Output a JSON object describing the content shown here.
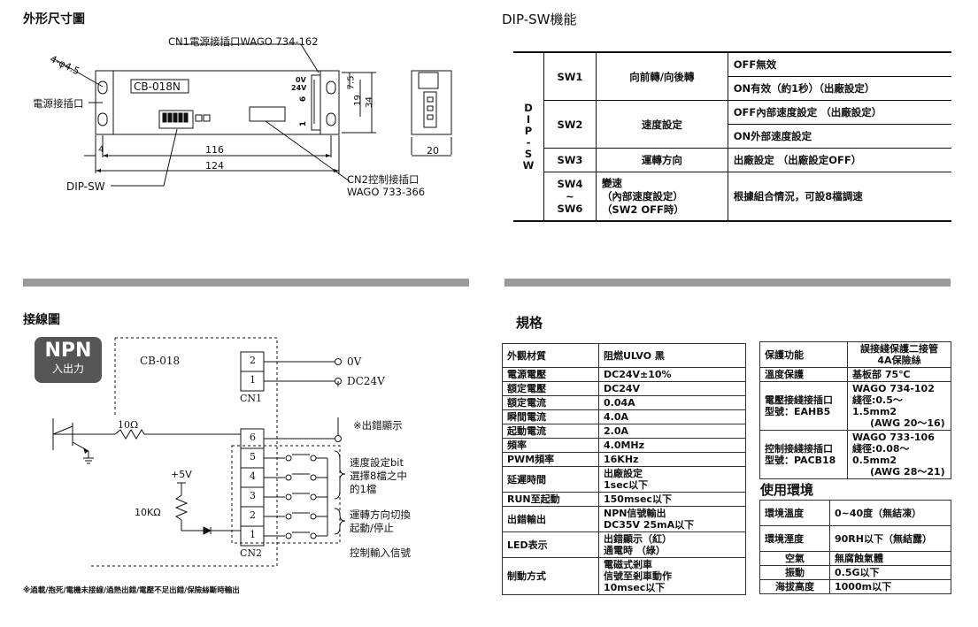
{
  "dimensions": {
    "title": "外形尺寸圖",
    "cn1_label": "CN1電源接插口WAGO 734-162",
    "hole_label": "4-φ4.5",
    "power_label": "電源接插口",
    "model": "CB-018N",
    "voltage_0v": "0V",
    "voltage_24v": "24V",
    "dim_4": "4",
    "dim_116": "116",
    "dim_124": "124",
    "dim_7_5": "7.5",
    "dim_19": "19",
    "dim_34": "34",
    "dim_20": "20",
    "pin_6": "6",
    "pin_1": "1",
    "dip_label": "DIP-SW",
    "cn2_label": "CN2控制接插口",
    "cn2_part": "WAGO 733-366"
  },
  "dip": {
    "title": "DIP-SW機能",
    "side": [
      "D",
      "I",
      "P",
      "-",
      "S",
      "W"
    ],
    "sw1": "SW1",
    "sw1_fn": "向前轉/向後轉",
    "sw1_a": "OFF無效",
    "sw1_b": "ON有效（約1秒）（出廠設定）",
    "sw2": "SW2",
    "sw2_fn": "速度設定",
    "sw2_a": "OFF內部速度設定 （出廠設定）",
    "sw2_b": "ON外部速度設定",
    "sw3": "SW3",
    "sw3_fn": "運轉方向",
    "sw3_a": "出廠設定 （出廠設定OFF）",
    "sw4": "SW4",
    "tilde": "~",
    "sw6": "SW6",
    "sw46_fn1": "變速",
    "sw46_fn2": "（內部速度設定）",
    "sw46_fn3": "（SW2 OFF時）",
    "sw46_val": "根據組合情況，可設8檔調速"
  },
  "wiring": {
    "title": "接線圖",
    "npn": "NPN",
    "npn_sub": "入出力",
    "board": "CB-018",
    "cn1": "CN1",
    "cn2": "CN2",
    "ov": "0V",
    "dc24v": "DC24V",
    "err_out": "※出錯顯示",
    "r10": "10Ω",
    "plus5v": "+5V",
    "r10k": "10KΩ",
    "speed1": "速度設定bit",
    "speed2": "選擇8檔之中",
    "speed3": "的1檔",
    "dir1": "運轉方向切換",
    "dir2": "起動/停止",
    "ctrl_in": "控制輸入信號",
    "pins_cn1": [
      "2",
      "1"
    ],
    "pins_cn2": [
      "6",
      "5",
      "4",
      "3",
      "2",
      "1"
    ],
    "note": "※過載/抱死/電機未接線/過熱出錯/電壓不足出錯/保險絲斷時輸出"
  },
  "spec": {
    "title": "規格",
    "rows": [
      {
        "k": "外觀材質",
        "v": [
          "阻燃ULVO 黑"
        ]
      },
      {
        "k": "電源電壓",
        "v": [
          "DC24V±10%"
        ]
      },
      {
        "k": "額定電壓",
        "v": [
          "DC24V"
        ]
      },
      {
        "k": "額定電流",
        "v": [
          "0.04A"
        ]
      },
      {
        "k": "瞬間電流",
        "v": [
          "4.0A"
        ]
      },
      {
        "k": "起動電流",
        "v": [
          "2.0A"
        ]
      },
      {
        "k": "頻率",
        "v": [
          "4.0MHz"
        ]
      },
      {
        "k": "PWM頻率",
        "v": [
          "16KHz"
        ]
      },
      {
        "k": "延遲時間",
        "v": [
          "出廠設定",
          "1sec以下"
        ]
      },
      {
        "k": "RUN至起動",
        "v": [
          "150msec以下"
        ]
      },
      {
        "k": "出錯輸出",
        "v": [
          "NPN信號輸出",
          "DC35V 25mA以下"
        ]
      },
      {
        "k": "LED表示",
        "v": [
          "出錯顯示（紅）",
          "通電時 （綠）"
        ]
      },
      {
        "k": "制動方式",
        "v": [
          "電磁式剎車",
          "信號至剎車動作",
          "10msec以下"
        ]
      }
    ],
    "prot": [
      {
        "k": [
          "保護功能"
        ],
        "v": [
          "誤接綫保護二接管",
          "4A保險絲"
        ]
      },
      {
        "k": [
          "溫度保護"
        ],
        "v": [
          "基板部 75℃"
        ]
      },
      {
        "k": [
          "電壓接綫接插口",
          "型號：EAHB5"
        ],
        "v": [
          "WAGO 734-102",
          "綫徑:0.5～1.5mm2",
          "(AWG 20～16)"
        ]
      },
      {
        "k": [
          "控制接綫接插口",
          "型號：PACB18"
        ],
        "v": [
          "WAGO 733-106",
          "綫徑:0.08～0.5mm2",
          "(AWG 28～21)"
        ]
      }
    ]
  },
  "env": {
    "title": "使用環境",
    "rows": [
      {
        "k": "環境溫度",
        "v": "0~40度（無結凍）"
      },
      {
        "k": "環境溼度",
        "v": "90RH以下（無結露）"
      },
      {
        "k": "空氣",
        "v": "無腐蝕氣體"
      },
      {
        "k": "振動",
        "v": "0.5G以下"
      },
      {
        "k": "海拔高度",
        "v": "1000m以下"
      }
    ]
  }
}
